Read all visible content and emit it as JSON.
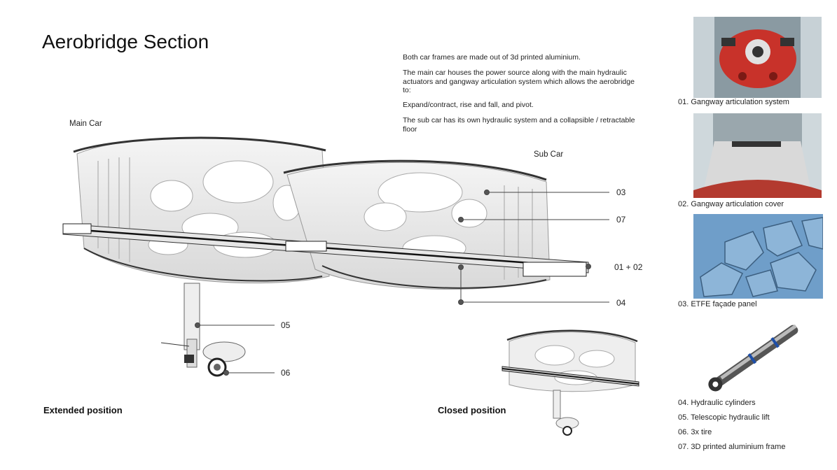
{
  "title": "Aerobridge Section",
  "description": [
    "Both car frames are made out of 3d printed aluminium.",
    "The main car houses the power source along with the main hydraulic actuators and gangway articulation system which allows the aerobridge to:",
    "Expand/contract, rise and fall, and pivot.",
    "The sub car has its own hydraulic system and a collapsible / retractable floor"
  ],
  "labels": {
    "main_car": "Main Car",
    "sub_car": "Sub Car",
    "extended": "Extended position",
    "closed": "Closed position"
  },
  "callouts": [
    "03",
    "07",
    "01 + 02",
    "04",
    "05",
    "06"
  ],
  "captions": [
    "01. Gangway articulation system",
    "02. Gangway articulation cover",
    "03. ETFE façade panel",
    "04. Hydraulic cylinders",
    "05. Telescopic hydraulic lift",
    "06. 3x tire",
    "07. 3D printed aluminium frame"
  ]
}
